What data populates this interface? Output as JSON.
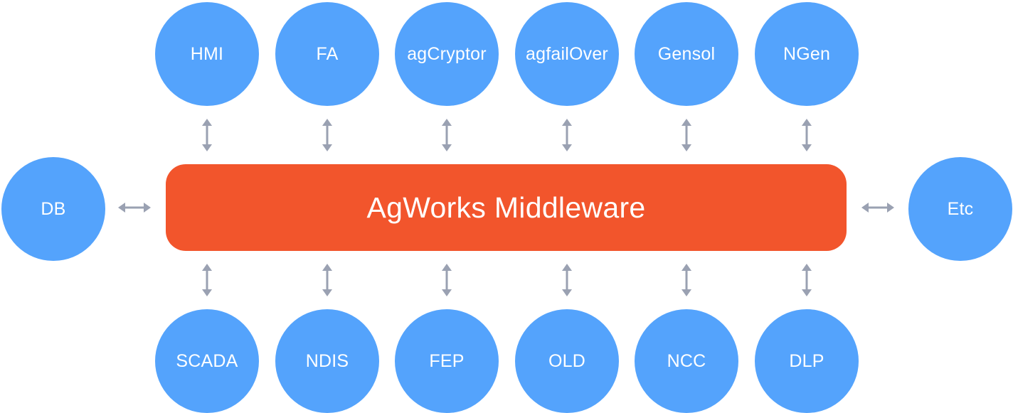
{
  "colors": {
    "node": "#54a3fc",
    "hub": "#f2552c",
    "arrow": "#9aa1b2",
    "text": "#ffffff"
  },
  "hub": {
    "label": "AgWorks Middleware"
  },
  "top_nodes": [
    "HMI",
    "FA",
    "agCryptor",
    "agfailOver",
    "Gensol",
    "NGen"
  ],
  "bottom_nodes": [
    "SCADA",
    "NDIS",
    "FEP",
    "OLD",
    "NCC",
    "DLP"
  ],
  "left_node": "DB",
  "right_node": "Etc",
  "connections": "bidirectional"
}
